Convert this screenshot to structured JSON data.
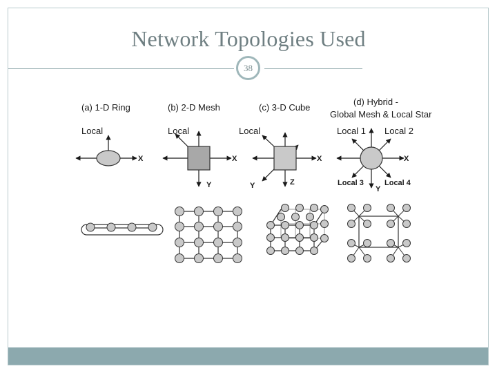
{
  "slide": {
    "title": "Network Topologies Used",
    "page_number": "38",
    "frame_color": "#b7c9cc",
    "footer_color": "#8ca9ae"
  },
  "figure": {
    "panels": [
      {
        "caption": "(a) 1-D Ring",
        "local_label": "Local",
        "axes": [
          "X"
        ]
      },
      {
        "caption": "(b) 2-D Mesh",
        "local_label": "Local",
        "axes": [
          "X",
          "Y"
        ]
      },
      {
        "caption": "(c) 3-D Cube",
        "local_label": "Local",
        "axes": [
          "X",
          "Y",
          "Z"
        ]
      },
      {
        "caption_line1": "(d) Hybrid  -",
        "caption_line2": "Global Mesh & Local Star",
        "local_labels": [
          "Local 1",
          "Local 2",
          "Local 3",
          "Local 4"
        ],
        "axes": [
          "X",
          "Y"
        ]
      }
    ],
    "colors": {
      "node": "#c9c9c9",
      "node_dark": "#a8a8a8",
      "stroke": "#333333"
    }
  }
}
